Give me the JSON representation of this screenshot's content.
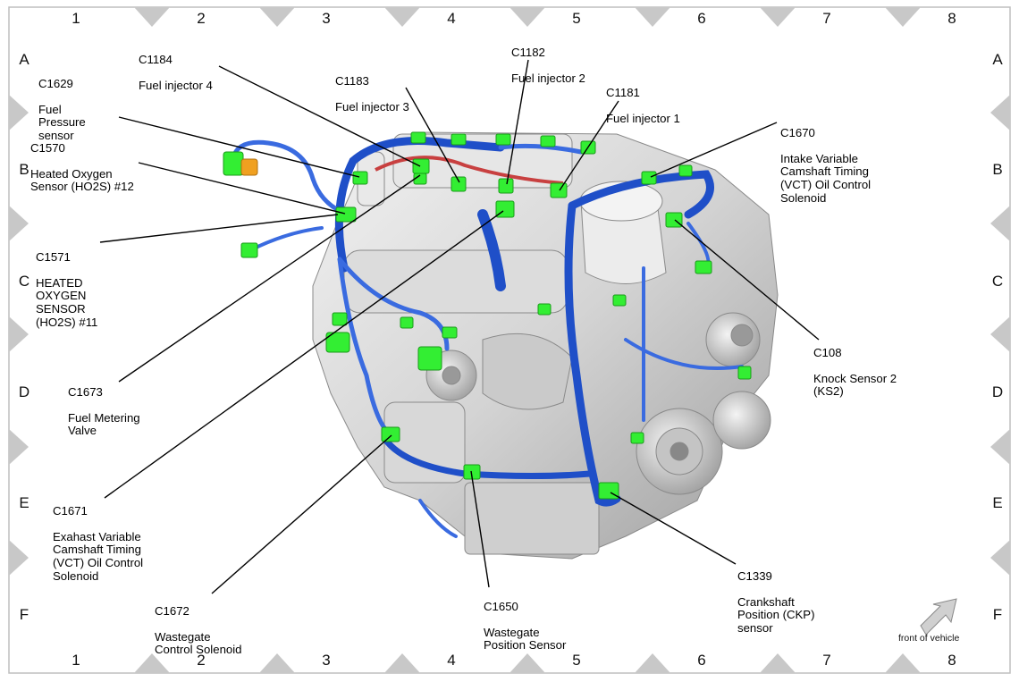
{
  "grid": {
    "columns": [
      "1",
      "2",
      "3",
      "4",
      "5",
      "6",
      "7",
      "8"
    ],
    "rows": [
      "A",
      "B",
      "C",
      "D",
      "E",
      "F"
    ]
  },
  "callouts": [
    {
      "id": "c1629",
      "code": "C1629",
      "name": "Fuel\nPressure\nsensor"
    },
    {
      "id": "c1184",
      "code": "C1184",
      "name": "Fuel injector 4"
    },
    {
      "id": "c1183",
      "code": "C1183",
      "name": "Fuel injector 3"
    },
    {
      "id": "c1182",
      "code": "C1182",
      "name": "Fuel injector 2"
    },
    {
      "id": "c1181",
      "code": "C1181",
      "name": "Fuel injector 1"
    },
    {
      "id": "c1570",
      "code": "C1570",
      "name": "Heated Oxygen\nSensor (HO2S) #12"
    },
    {
      "id": "c1670",
      "code": "C1670",
      "name": "Intake Variable\nCamshaft Timing\n(VCT) Oil Control\nSolenoid"
    },
    {
      "id": "c1571",
      "code": "C1571",
      "name": "HEATED\nOXYGEN\nSENSOR\n(HO2S) #11"
    },
    {
      "id": "c108",
      "code": "C108",
      "name": "Knock Sensor 2\n(KS2)"
    },
    {
      "id": "c1673",
      "code": "C1673",
      "name": "Fuel Metering\nValve"
    },
    {
      "id": "c1671",
      "code": "C1671",
      "name": "Exahast Variable\nCamshaft Timing\n(VCT) Oil Control\nSolenoid"
    },
    {
      "id": "c1339",
      "code": "C1339",
      "name": "Crankshaft\nPosition (CKP)\nsensor"
    },
    {
      "id": "c1672",
      "code": "C1672",
      "name": "Wastegate\nControl Solenoid"
    },
    {
      "id": "c1650",
      "code": "C1650",
      "name": "Wastegate\nPosition Sensor"
    }
  ],
  "front_label": "front of vehicle",
  "colors": {
    "connector": "#33ee33",
    "harness": "#1f4fc8",
    "engine": "#d6d6d6",
    "fuel_line": "#c84040",
    "border_triangle": "#c8c8c8"
  }
}
